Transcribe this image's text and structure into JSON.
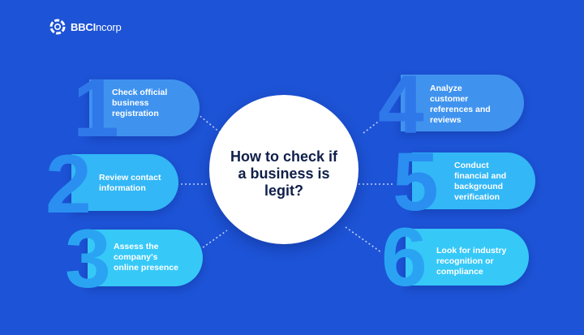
{
  "brand": {
    "logo_icon": "bbcincorp-logo-icon",
    "name_bold": "BBCI",
    "name_light": "ncorp"
  },
  "center": {
    "title": "How to check if\na business is\nlegit?"
  },
  "colors": {
    "background": "#1d53d6",
    "pill_blue": "#3f93ef",
    "pill_cyan": "#33b7f6",
    "pill_light_cyan": "#36c9f8",
    "number_blue": "#2f78ea",
    "number_cyan": "#2aa4f2"
  },
  "steps": [
    {
      "number": "1",
      "text": "Check official\nbusiness\nregistration"
    },
    {
      "number": "2",
      "text": "Review contact\ninformation"
    },
    {
      "number": "3",
      "text": "Assess the\ncompany's\nonline presence"
    },
    {
      "number": "4",
      "text": "Analyze\ncustomer\nreferences and\nreviews"
    },
    {
      "number": "5",
      "text": "Conduct\nfinancial and\nbackground\nverification"
    },
    {
      "number": "6",
      "text": "Look for industry\nrecognition or\ncompliance"
    }
  ]
}
